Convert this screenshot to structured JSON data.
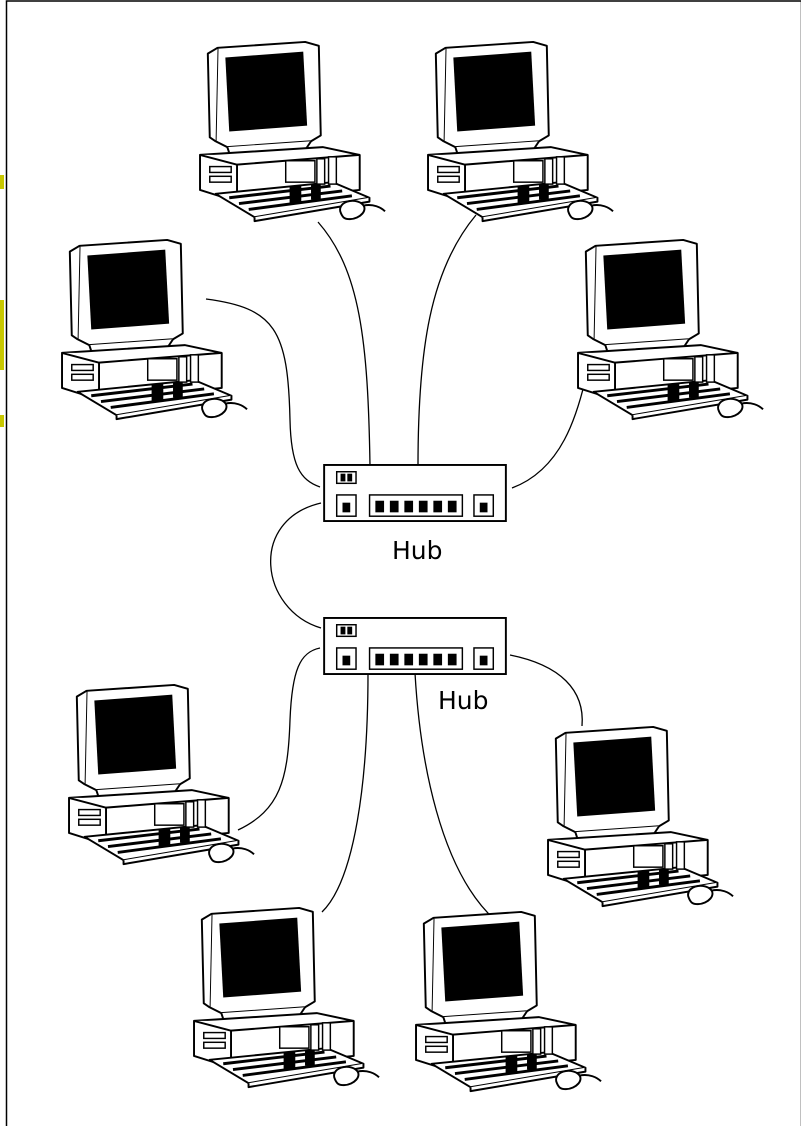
{
  "diagram": {
    "kind": "network-topology",
    "hubs": [
      {
        "id": "hub-1",
        "label": "Hub"
      },
      {
        "id": "hub-2",
        "label": "Hub"
      }
    ],
    "computers": [
      {
        "id": "pc-1",
        "connected_to": "hub-1"
      },
      {
        "id": "pc-2",
        "connected_to": "hub-1"
      },
      {
        "id": "pc-3",
        "connected_to": "hub-1"
      },
      {
        "id": "pc-4",
        "connected_to": "hub-1"
      },
      {
        "id": "pc-5",
        "connected_to": "hub-2"
      },
      {
        "id": "pc-6",
        "connected_to": "hub-2"
      },
      {
        "id": "pc-7",
        "connected_to": "hub-2"
      },
      {
        "id": "pc-8",
        "connected_to": "hub-2"
      }
    ],
    "hub_links": [
      {
        "from": "hub-1",
        "to": "hub-2"
      }
    ],
    "colors": {
      "background": "#ffffff",
      "ink": "#000000",
      "edge_mark": "#c8c800"
    }
  }
}
